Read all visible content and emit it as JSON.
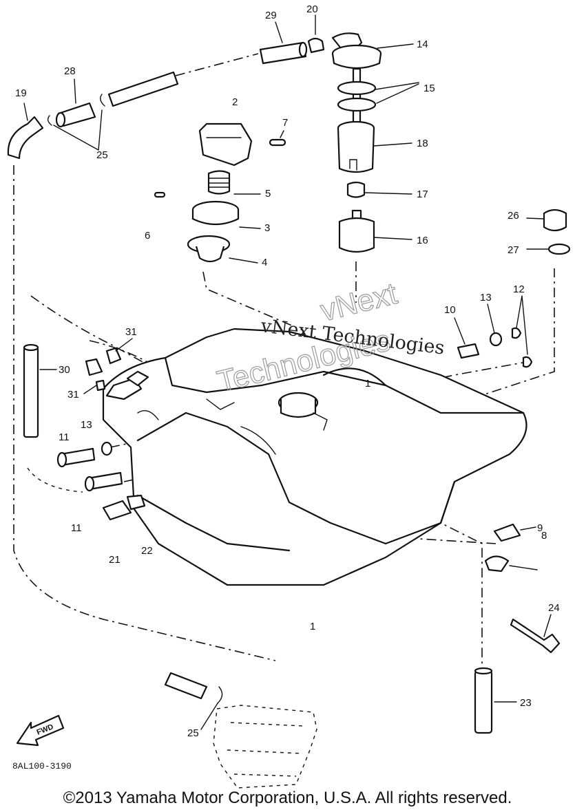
{
  "part_labels": {
    "p1": "1",
    "p1b": "1",
    "p2": "2",
    "p3": "3",
    "p4": "4",
    "p5": "5",
    "p6": "6",
    "p7": "7",
    "p8": "8",
    "p9": "9",
    "p10": "10",
    "p11a": "11",
    "p11b": "11",
    "p12": "12",
    "p13a": "13",
    "p13b": "13",
    "p14": "14",
    "p15": "15",
    "p16": "16",
    "p17": "17",
    "p18": "18",
    "p19": "19",
    "p20": "20",
    "p21": "21",
    "p22": "22",
    "p23": "23",
    "p24": "24",
    "p25a": "25",
    "p25b": "25",
    "p26": "26",
    "p27": "27",
    "p28": "28",
    "p29": "29",
    "p30": "30",
    "p31a": "31",
    "p31b": "31"
  },
  "watermark": {
    "line1": "vNext Technologies",
    "outline_top": "vNext",
    "outline_bottom": "Technologies"
  },
  "diagram_code": "8AL100-3190",
  "direction_arrow": "FWD",
  "copyright": "©2013 Yamaha Motor Corporation, U.S.A. All rights reserved."
}
